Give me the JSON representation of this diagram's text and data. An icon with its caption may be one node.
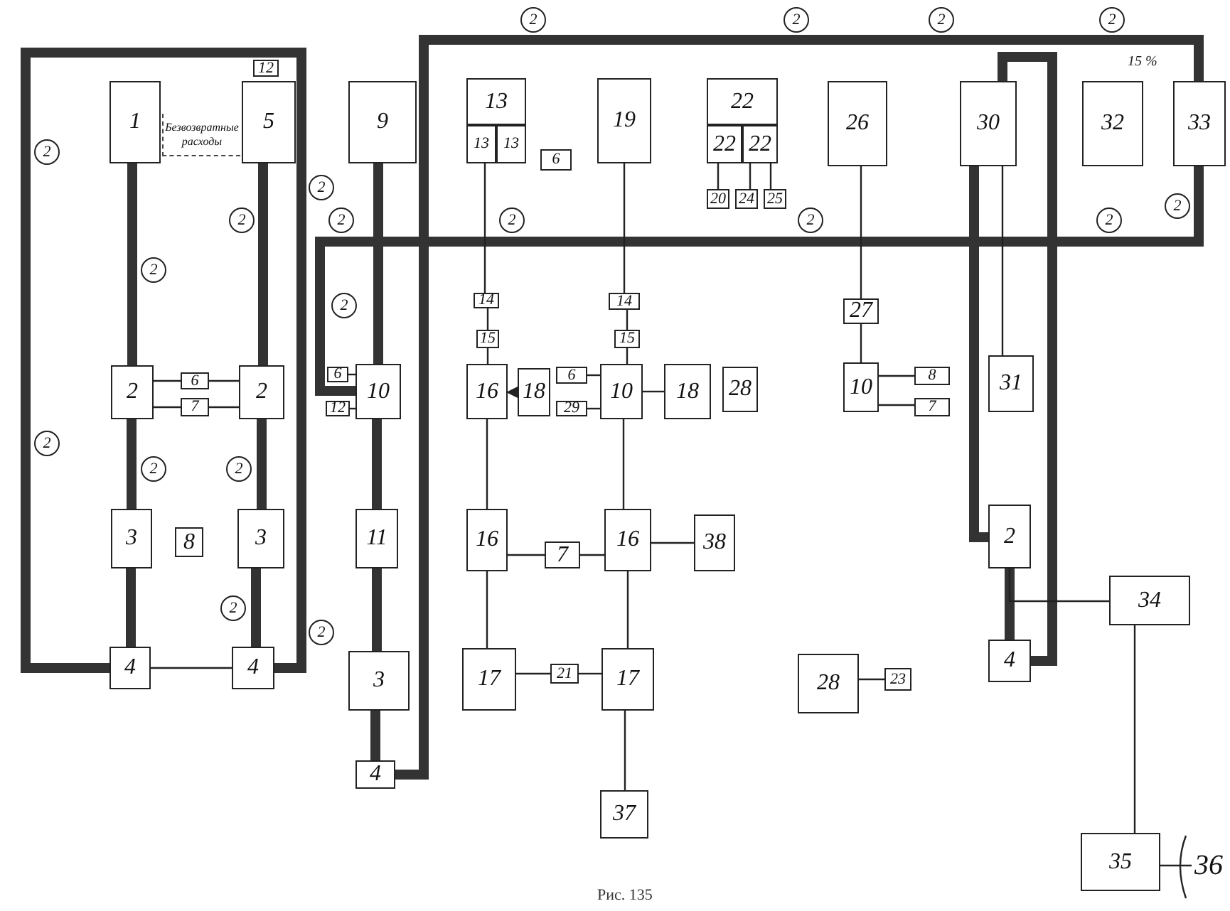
{
  "diagram": {
    "caption": "Рис. 135",
    "nodes": [
      {
        "text": [
          "1"
        ]
      },
      {
        "text": [
          "Безвозвратные расходы"
        ]
      },
      {
        "text": [
          "5"
        ]
      },
      {
        "text": [
          "12"
        ]
      },
      {
        "text": [
          "9"
        ]
      },
      {
        "text": [
          "13"
        ]
      },
      {
        "text": [
          "13"
        ]
      },
      {
        "text": [
          "13"
        ]
      },
      {
        "text": [
          "6"
        ]
      },
      {
        "text": [
          "19"
        ]
      },
      {
        "text": [
          "22"
        ]
      },
      {
        "text": [
          "22"
        ]
      },
      {
        "text": [
          "22"
        ]
      },
      {
        "text": [
          "20"
        ]
      },
      {
        "text": [
          "24"
        ]
      },
      {
        "text": [
          "25"
        ]
      },
      {
        "text": [
          "26"
        ]
      },
      {
        "text": [
          "30"
        ]
      },
      {
        "text": [
          "32"
        ]
      },
      {
        "text": [
          "33"
        ]
      },
      {
        "text": [
          "14"
        ]
      },
      {
        "text": [
          "15"
        ]
      },
      {
        "text": [
          "14"
        ]
      },
      {
        "text": [
          "15"
        ]
      },
      {
        "text": [
          "2"
        ]
      },
      {
        "text": [
          "6"
        ]
      },
      {
        "text": [
          "7"
        ]
      },
      {
        "text": [
          "2"
        ]
      },
      {
        "text": [
          "6"
        ]
      },
      {
        "text": [
          "12"
        ]
      },
      {
        "text": [
          "10"
        ]
      },
      {
        "text": [
          "16"
        ]
      },
      {
        "text": [
          "18"
        ]
      },
      {
        "text": [
          "6"
        ]
      },
      {
        "text": [
          "29"
        ]
      },
      {
        "text": [
          "10"
        ]
      },
      {
        "text": [
          "18"
        ]
      },
      {
        "text": [
          "28"
        ]
      },
      {
        "text": [
          "27"
        ]
      },
      {
        "text": [
          "10"
        ]
      },
      {
        "text": [
          "8"
        ]
      },
      {
        "text": [
          "7"
        ]
      },
      {
        "text": [
          "31"
        ]
      },
      {
        "text": [
          "3"
        ]
      },
      {
        "text": [
          "8"
        ]
      },
      {
        "text": [
          "3"
        ]
      },
      {
        "text": [
          "11"
        ]
      },
      {
        "text": [
          "16"
        ]
      },
      {
        "text": [
          "7"
        ]
      },
      {
        "text": [
          "16"
        ]
      },
      {
        "text": [
          "38"
        ]
      },
      {
        "text": [
          "2"
        ]
      },
      {
        "text": [
          "34"
        ]
      },
      {
        "text": [
          "4"
        ]
      },
      {
        "text": [
          "4"
        ]
      },
      {
        "text": [
          "3"
        ]
      },
      {
        "text": [
          "4"
        ]
      },
      {
        "text": [
          "17"
        ]
      },
      {
        "text": [
          "21"
        ]
      },
      {
        "text": [
          "17"
        ]
      },
      {
        "text": [
          "28"
        ]
      },
      {
        "text": [
          "23"
        ]
      },
      {
        "text": [
          "4"
        ]
      },
      {
        "text": [
          "37"
        ]
      },
      {
        "text": [
          "35"
        ]
      },
      {
        "text": [
          "36"
        ]
      },
      {
        "text": [
          "2"
        ]
      },
      {
        "text": [
          "2"
        ]
      },
      {
        "text": [
          "2"
        ]
      },
      {
        "text": [
          "2"
        ]
      },
      {
        "text": [
          "2"
        ]
      },
      {
        "text": [
          "2"
        ]
      },
      {
        "text": [
          "2"
        ]
      },
      {
        "text": [
          "2"
        ]
      },
      {
        "text": [
          "2"
        ]
      },
      {
        "text": [
          "2"
        ]
      },
      {
        "text": [
          "2"
        ]
      },
      {
        "text": [
          "2"
        ]
      },
      {
        "text": [
          "2"
        ]
      },
      {
        "text": [
          "2"
        ]
      },
      {
        "text": [
          "2"
        ]
      },
      {
        "text": [
          "2"
        ]
      },
      {
        "text": [
          "2"
        ]
      },
      {
        "text": [
          "2"
        ]
      },
      {
        "text": [
          "2"
        ]
      }
    ],
    "edges": [
      {
        "from": 0,
        "to": 24,
        "arrow": "none",
        "style": "thick"
      },
      {
        "from": 24,
        "to": 43,
        "arrow": "none",
        "style": "thick"
      },
      {
        "from": 43,
        "to": 53,
        "arrow": "none",
        "style": "thick"
      },
      {
        "from": 2,
        "to": 27,
        "arrow": "none",
        "style": "thick"
      },
      {
        "from": 27,
        "to": 45,
        "arrow": "none",
        "style": "thick"
      },
      {
        "from": 45,
        "to": 54,
        "arrow": "none",
        "style": "thick"
      },
      {
        "from": 53,
        "to": 54,
        "arrow": "none",
        "style": "thick"
      },
      {
        "from": 4,
        "to": 30,
        "arrow": "none",
        "style": "thick"
      },
      {
        "from": 30,
        "to": 46,
        "arrow": "none",
        "style": "thick"
      },
      {
        "from": 46,
        "to": 55,
        "arrow": "none",
        "style": "thick"
      },
      {
        "from": 55,
        "to": 56,
        "arrow": "none",
        "style": "thick"
      },
      {
        "from": 56,
        "to": 19,
        "arrow": "none",
        "style": "thick"
      },
      {
        "from": 19,
        "to": 30,
        "arrow": "none",
        "style": "thick"
      },
      {
        "from": 17,
        "to": 51,
        "arrow": "none",
        "style": "thick"
      },
      {
        "from": 51,
        "to": 62,
        "arrow": "none",
        "style": "thick"
      },
      {
        "from": 62,
        "to": 17,
        "arrow": "none",
        "style": "thick"
      },
      {
        "from": 6,
        "to": 20,
        "arrow": "none"
      },
      {
        "from": 20,
        "to": 21,
        "arrow": "none"
      },
      {
        "from": 21,
        "to": 31,
        "arrow": "none"
      },
      {
        "from": 9,
        "to": 22,
        "arrow": "none"
      },
      {
        "from": 22,
        "to": 23,
        "arrow": "none"
      },
      {
        "from": 23,
        "to": 35,
        "arrow": "none"
      },
      {
        "from": 11,
        "to": 13,
        "arrow": "none"
      },
      {
        "from": 12,
        "to": 14,
        "arrow": "none"
      },
      {
        "from": 12,
        "to": 15,
        "arrow": "none"
      },
      {
        "from": 16,
        "to": 38,
        "arrow": "none"
      },
      {
        "from": 38,
        "to": 39,
        "arrow": "none"
      },
      {
        "from": 39,
        "to": 40,
        "arrow": "none"
      },
      {
        "from": 39,
        "to": 41,
        "arrow": "none"
      },
      {
        "from": 24,
        "to": 25,
        "arrow": "none"
      },
      {
        "from": 25,
        "to": 27,
        "arrow": "none"
      },
      {
        "from": 24,
        "to": 26,
        "arrow": "none"
      },
      {
        "from": 26,
        "to": 27,
        "arrow": "none"
      },
      {
        "from": 28,
        "to": 30,
        "arrow": "none"
      },
      {
        "from": 29,
        "to": 30,
        "arrow": "none"
      },
      {
        "from": 32,
        "to": 31,
        "arrow": "to"
      },
      {
        "from": 33,
        "to": 35,
        "arrow": "none"
      },
      {
        "from": 34,
        "to": 35,
        "arrow": "none"
      },
      {
        "from": 35,
        "to": 36,
        "arrow": "none"
      },
      {
        "from": 31,
        "to": 47,
        "arrow": "none"
      },
      {
        "from": 35,
        "to": 49,
        "arrow": "none"
      },
      {
        "from": 47,
        "to": 48,
        "arrow": "none"
      },
      {
        "from": 48,
        "to": 49,
        "arrow": "none"
      },
      {
        "from": 49,
        "to": 50,
        "arrow": "none"
      },
      {
        "from": 53,
        "to": 54,
        "arrow": "none"
      },
      {
        "from": 47,
        "to": 57,
        "arrow": "none"
      },
      {
        "from": 49,
        "to": 59,
        "arrow": "none"
      },
      {
        "from": 57,
        "to": 58,
        "arrow": "none"
      },
      {
        "from": 58,
        "to": 59,
        "arrow": "none"
      },
      {
        "from": 59,
        "to": 63,
        "arrow": "none"
      },
      {
        "from": 60,
        "to": 61,
        "arrow": "none"
      },
      {
        "from": 17,
        "to": 42,
        "arrow": "none"
      },
      {
        "from": 51,
        "to": 52,
        "arrow": "none"
      },
      {
        "from": 52,
        "to": 64,
        "arrow": "none"
      },
      {
        "from": 64,
        "to": 65,
        "arrow": "none"
      }
    ],
    "labels": [
      "15 %"
    ]
  }
}
